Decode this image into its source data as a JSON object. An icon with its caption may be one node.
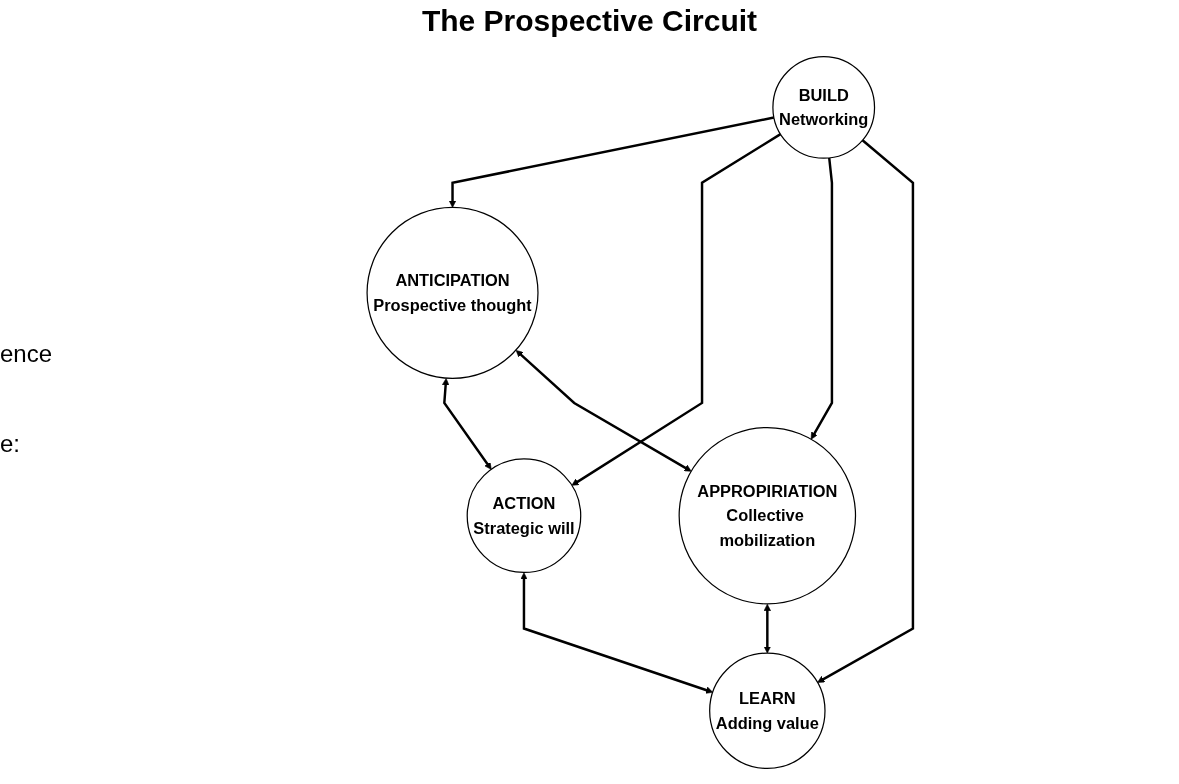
{
  "diagram": {
    "title": "The Prospective Circuit",
    "nodes": [
      {
        "text": [
          "ANTICIPATION",
          "Prospective thought"
        ]
      },
      {
        "text": [
          "ACTION",
          "Strategic will"
        ]
      },
      {
        "text": [
          "BUILD",
          "Networking"
        ]
      },
      {
        "text": [
          "APPROPIRIATION",
          "Collective mobilization"
        ]
      },
      {
        "text": [
          "LEARN",
          "Adding value"
        ]
      }
    ],
    "edges": [
      {
        "from": 0,
        "to": 1,
        "arrow": "both"
      },
      {
        "from": 2,
        "to": 0,
        "arrow": "to"
      },
      {
        "from": 2,
        "to": 1,
        "arrow": "to"
      },
      {
        "from": 0,
        "to": 3,
        "arrow": "both"
      },
      {
        "from": 1,
        "to": 4,
        "arrow": "both"
      },
      {
        "from": 2,
        "to": 3,
        "arrow": "to"
      },
      {
        "from": 2,
        "to": 4,
        "arrow": "to"
      },
      {
        "from": 3,
        "to": 4,
        "arrow": "both"
      }
    ],
    "labels": [
      "ence",
      "e:"
    ]
  }
}
